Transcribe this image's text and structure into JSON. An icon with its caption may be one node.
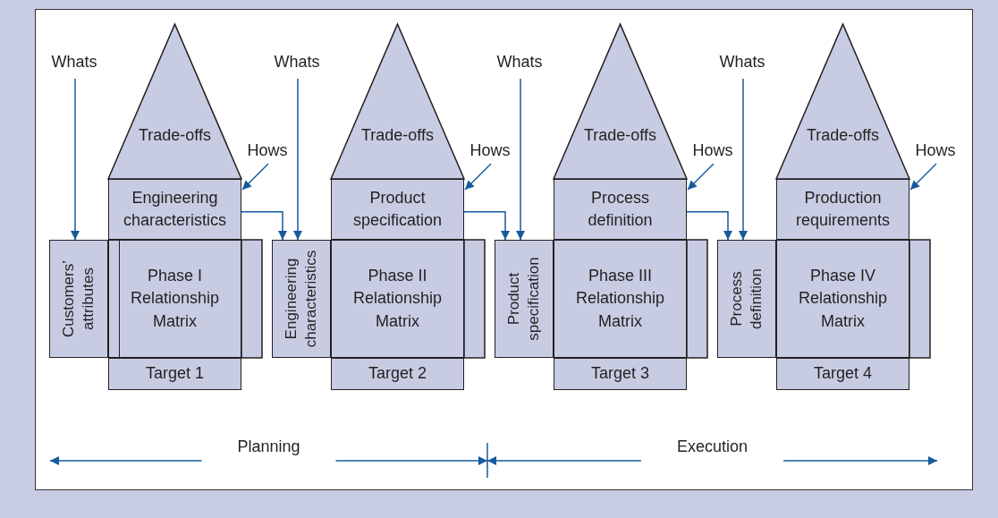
{
  "diagram": {
    "nodes": [
      {
        "text": [
          "Whats"
        ]
      },
      {
        "text": [
          "Trade-offs"
        ]
      },
      {
        "text": [
          "Hows"
        ]
      },
      {
        "text": [
          "Engineering characteristics"
        ]
      },
      {
        "text": [
          "Customers’ attributes"
        ]
      },
      {
        "text": [
          "Phase I Relationship Matrix"
        ]
      },
      {
        "text": [
          "Target 1"
        ]
      },
      {
        "text": [
          "Whats"
        ]
      },
      {
        "text": [
          "Trade-offs"
        ]
      },
      {
        "text": [
          "Hows"
        ]
      },
      {
        "text": [
          "Product specification"
        ]
      },
      {
        "text": [
          "Engineering characteristics"
        ]
      },
      {
        "text": [
          "Phase II Relationship Matrix"
        ]
      },
      {
        "text": [
          "Target 2"
        ]
      },
      {
        "text": [
          "Whats"
        ]
      },
      {
        "text": [
          "Trade-offs"
        ]
      },
      {
        "text": [
          "Hows"
        ]
      },
      {
        "text": [
          "Process definition"
        ]
      },
      {
        "text": [
          "Product specification"
        ]
      },
      {
        "text": [
          "Phase III Relationship Matrix"
        ]
      },
      {
        "text": [
          "Target 3"
        ]
      },
      {
        "text": [
          "Whats"
        ]
      },
      {
        "text": [
          "Trade-offs"
        ]
      },
      {
        "text": [
          "Hows"
        ]
      },
      {
        "text": [
          "Production requirements"
        ]
      },
      {
        "text": [
          "Process definition"
        ]
      },
      {
        "text": [
          "Phase IV Relationship Matrix"
        ]
      },
      {
        "text": [
          "Target 4"
        ]
      }
    ],
    "edges": [
      {
        "from": 0,
        "to": 4,
        "arrow": "to"
      },
      {
        "from": 2,
        "to": 3,
        "arrow": "to"
      },
      {
        "from": 3,
        "to": 11,
        "arrow": "to"
      },
      {
        "from": 7,
        "to": 11,
        "arrow": "to"
      },
      {
        "from": 9,
        "to": 10,
        "arrow": "to"
      },
      {
        "from": 10,
        "to": 18,
        "arrow": "to"
      },
      {
        "from": 14,
        "to": 18,
        "arrow": "to"
      },
      {
        "from": 16,
        "to": 17,
        "arrow": "to"
      },
      {
        "from": 17,
        "to": 25,
        "arrow": "to"
      },
      {
        "from": 21,
        "to": 25,
        "arrow": "to"
      },
      {
        "from": 23,
        "to": 24,
        "arrow": "to"
      }
    ],
    "labels": [
      "Planning",
      "Execution"
    ]
  }
}
